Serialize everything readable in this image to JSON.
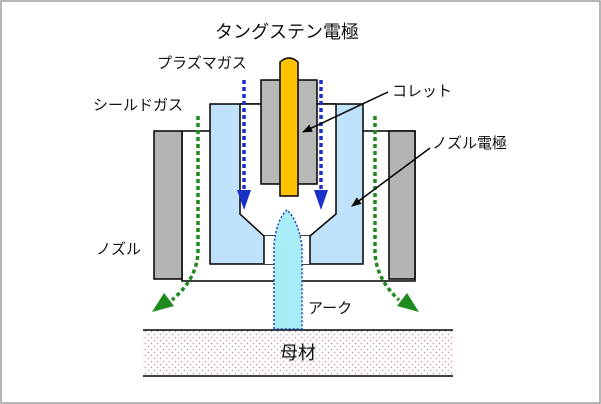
{
  "labels": {
    "tungsten_electrode": "タングステン電極",
    "plasma_gas": "プラズマガス",
    "shield_gas": "シールドガス",
    "collet": "コレット",
    "nozzle_electrode": "ノズル電極",
    "nozzle": "ノズル",
    "arc": "アーク",
    "base_metal": "母材"
  },
  "colors": {
    "frame_border": "#9e9e9e",
    "nozzle_gray": "#b4b4b4",
    "collet_gray": "#b8b8b8",
    "nozzle_electrode_blue": "#bfe2fa",
    "tungsten_gold": "#ffc000",
    "arc_cyan": "#a8ecf5",
    "arc_outline": "#1a3fbf",
    "plasma_gas_arrow": "#1a2ec8",
    "shield_gas_arrow": "#1f8a1f",
    "base_metal_dots": "#c9a9a9",
    "leader_line": "#000000"
  },
  "icons": {
    "plasma_gas_flow": "dashed-down-arrow",
    "shield_gas_flow": "dashed-curved-arrow"
  }
}
